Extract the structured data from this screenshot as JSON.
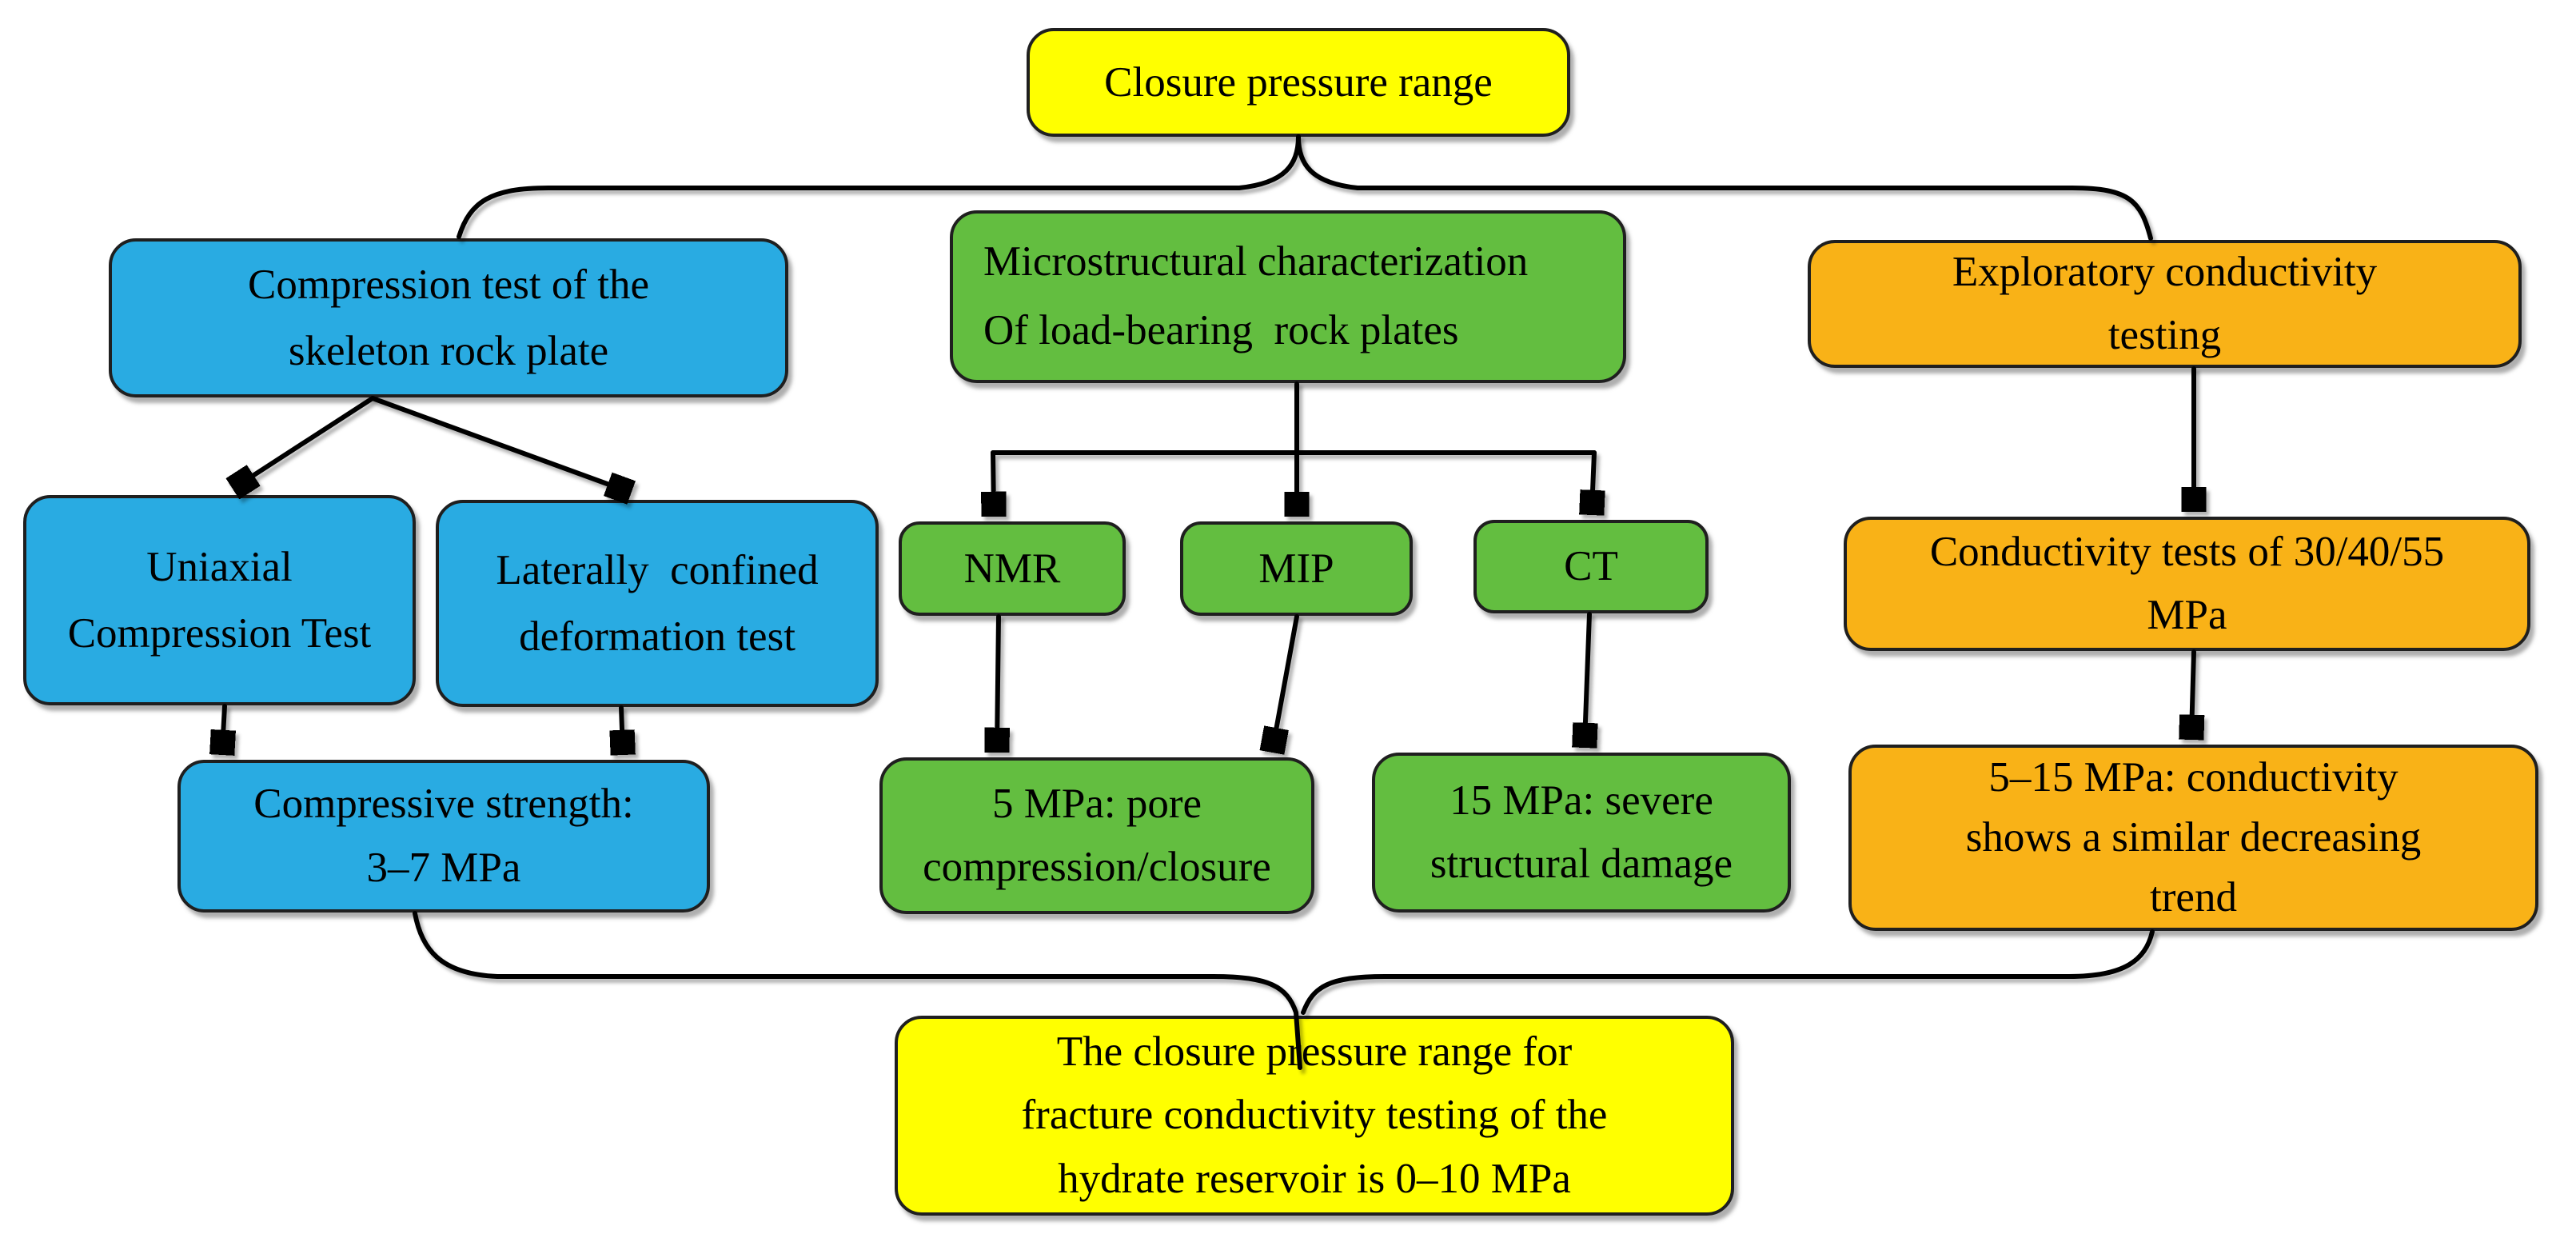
{
  "colors": {
    "yellow": "#ffff00",
    "blue": "#29abe2",
    "green": "#63be40",
    "orange": "#f9b217",
    "line": "#000000"
  },
  "nodes": {
    "root": {
      "lines": [
        "Closure pressure range"
      ]
    },
    "compression": {
      "lines": [
        "Compression test of the",
        "skeleton rock plate"
      ]
    },
    "microstructural": {
      "lines": [
        "Microstructural characterization",
        "Of load-bearing  rock plates"
      ]
    },
    "exploratory": {
      "lines": [
        "Exploratory conductivity",
        "testing"
      ]
    },
    "uniaxial": {
      "lines": [
        "Uniaxial",
        "Compression Test"
      ]
    },
    "lateral": {
      "lines": [
        "Laterally  confined",
        "deformation test"
      ]
    },
    "nmr": {
      "lines": [
        "NMR"
      ]
    },
    "mip": {
      "lines": [
        "MIP"
      ]
    },
    "ct": {
      "lines": [
        "CT"
      ]
    },
    "conductivity_tests": {
      "lines": [
        "Conductivity tests of 30/40/55",
        "MPa"
      ]
    },
    "compressive_strength": {
      "lines": [
        "Compressive strength:",
        "3–7 MPa"
      ]
    },
    "pore_closure": {
      "lines": [
        "5 MPa: pore",
        "compression/closure"
      ]
    },
    "structural_damage": {
      "lines": [
        "15 MPa: severe",
        "structural damage"
      ]
    },
    "decreasing_trend": {
      "lines": [
        "5–15 MPa: conductivity",
        "shows a similar decreasing",
        "trend"
      ]
    },
    "conclusion": {
      "lines": [
        "The closure pressure range for",
        "fracture conductivity testing of the",
        "hydrate reservoir is 0–10 MPa"
      ]
    }
  }
}
